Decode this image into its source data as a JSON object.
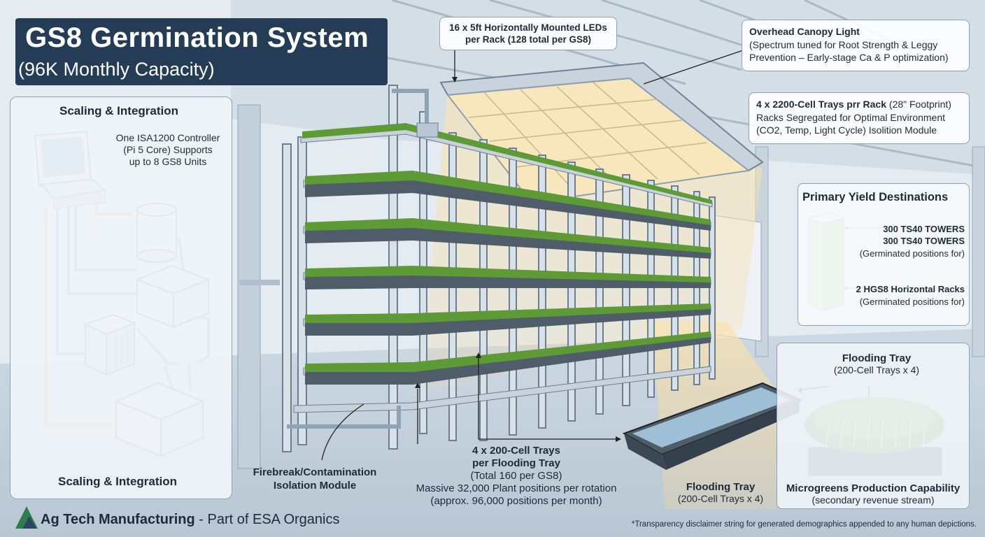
{
  "title": {
    "main": "GS8 Germination System",
    "sub": "(96K Monthly Capacity)"
  },
  "callouts": {
    "leds": {
      "line1": "16 x 5ft Horizontally Mounted LEDs",
      "line2": "per Rack (128 total per GS8)"
    },
    "canopy": {
      "title": "Overhead Canopy Light",
      "line1": "(Spectrum tuned for Root Strength & Leggy",
      "line2": "Prevention – Early-stage Ca & P optimization)"
    },
    "trays_rack": {
      "title": "4 x 2200-Cell Trays prr Rack",
      "title_tail": "(28\" Footprint)",
      "line1": "Racks Segregated for Optimal Environment",
      "line2": "(CO2, Temp, Light Cycle) Isolition Module"
    },
    "flood_trays": {
      "line1": "4 x 200-Cell Trays",
      "line2": "per Flooding Tray",
      "line3": "(Total 160 per GS8)",
      "line4": "Massive 32,000 Plant positions per rotation",
      "line5": "(approx. 96,000 positions per month)"
    },
    "firebreak": {
      "line1": "Firebreak/Contamination",
      "line2": "Isolation Module"
    }
  },
  "left_panel": {
    "heading_top": "Scaling & Integration",
    "controller_line1": "One ISA1200 Controller",
    "controller_line2": "(Pi 5 Core) Supports",
    "controller_line3": "up to 8 GS8 Units",
    "heading_bottom": "Scaling & Integration"
  },
  "yield_panel": {
    "heading": "Primary Yield Destinations",
    "item1_line1": "300 TS40 TOWERS",
    "item1_line2": "300 TS40 TOWERS",
    "item1_line3": "(Germinated positions for)",
    "item2_line1": "2 HGS8 Horizontal Racks",
    "item2_line2": "(Germinated positions for)"
  },
  "bottom_right": {
    "flood_top_line1": "Flooding Tray",
    "flood_top_line2": "(200-Cell Trays x 4)",
    "flood_label_line1": "Flooding Tray",
    "flood_label_line2": "(200-Cell Trays x 4)",
    "micro_line1": "Microgreens Production Capability",
    "micro_line2": "(secondary revenue stream)"
  },
  "footer": {
    "brand_bold": "Ag Tech Manufacturing",
    "brand_rest": " - Part of ESA Organics",
    "disclaimer": "*Transparency disclaimer string for generated demographics appended to any human depictions."
  },
  "colors": {
    "title_bg": "#243c56",
    "panel_border": "#8ea3b6",
    "pipe_orange": "#e08a3c",
    "pipe_blue": "#6d8fb3",
    "plant_green": "#4e8a2e",
    "light_glow": "#f7dca2"
  }
}
